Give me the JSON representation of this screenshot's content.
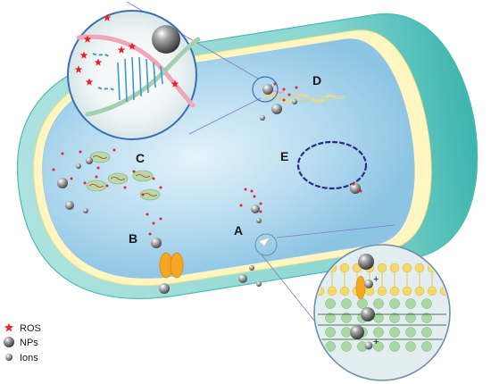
{
  "figure": {
    "labels": {
      "a": "A",
      "b": "B",
      "c": "C",
      "d": "D",
      "e": "E"
    },
    "legend": [
      {
        "key": "ros",
        "label": "ROS"
      },
      {
        "key": "nps",
        "label": "NPs"
      },
      {
        "key": "ions",
        "label": "Ions"
      },
      {
        "key": "ion_sign",
        "label": "+"
      }
    ],
    "colors": {
      "cell_outer": "#7fd4d0",
      "cell_outer_dark": "#4cc0bb",
      "cytoplasm": "#a8d5ee",
      "cytoplasm_center": "#dff0fa",
      "membrane_yellow": "#fff7b8",
      "ros": "#e4262a",
      "np_gray": "#6d6d6d",
      "porin": "#f5a623",
      "lipid_head_yellow": "#f6d96b",
      "lipid_head_green": "#a9d8a2",
      "dna_blue": "#2a2a8c",
      "dna_strand_pink": "#f2a6b8",
      "dna_strand_green": "#a6cfb0",
      "ribosome": "#b8d9a8"
    }
  }
}
